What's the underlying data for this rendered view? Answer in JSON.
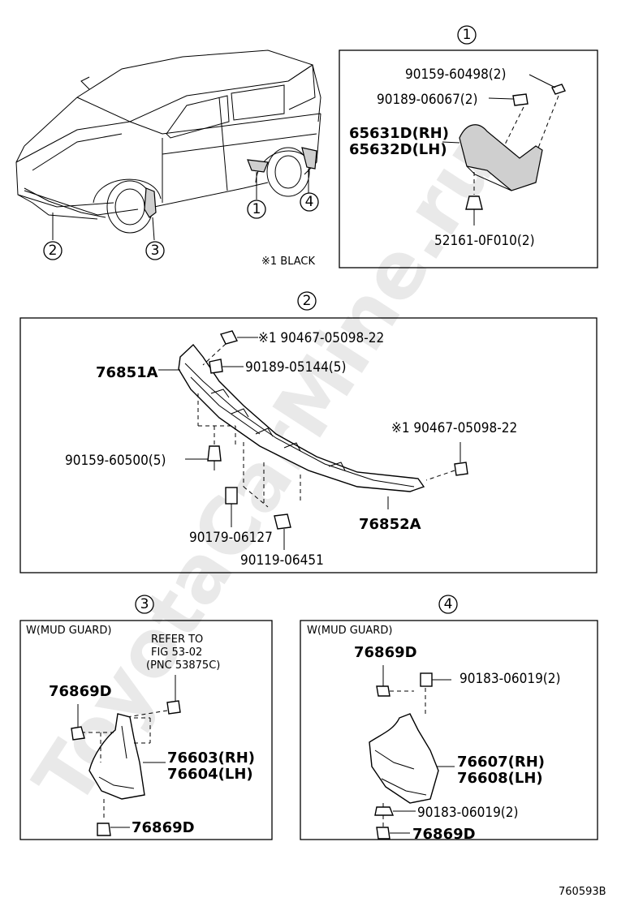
{
  "watermark": "ToyotaCarMine.ru",
  "figure_code": "760593B",
  "note_black": "※1 BLACK",
  "overview": {
    "callouts": [
      "1",
      "2",
      "3",
      "4"
    ]
  },
  "section1": {
    "number": "1",
    "parts": [
      "90159-60498(2)",
      "90189-06067(2)",
      "65631D(RH)",
      "65632D(LH)",
      "52161-0F010(2)"
    ]
  },
  "section2": {
    "number": "2",
    "parts": [
      "※1 90467-05098-22",
      "76851A",
      "90189-05144(5)",
      "※1 90467-05098-22",
      "90159-60500(5)",
      "76852A",
      "90179-06127",
      "90119-06451"
    ]
  },
  "section3": {
    "number": "3",
    "header": "W(MUD GUARD)",
    "refer": [
      "REFER TO",
      "FIG 53-02",
      "(PNC 53875C)"
    ],
    "parts": [
      "76869D",
      "76603(RH)",
      "76604(LH)",
      "76869D"
    ]
  },
  "section4": {
    "number": "4",
    "header": "W(MUD GUARD)",
    "parts": [
      "76869D",
      "90183-06019(2)",
      "76607(RH)",
      "76608(LH)",
      "90183-06019(2)",
      "76869D"
    ]
  }
}
